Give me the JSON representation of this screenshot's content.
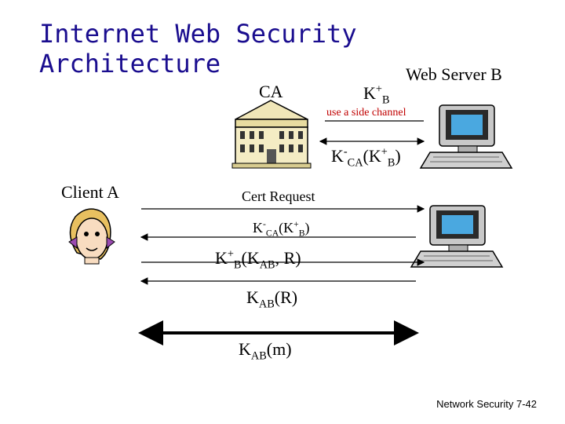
{
  "title": "Internet Web Security Architecture",
  "labels": {
    "ca": "CA",
    "web_server": "Web Server  B",
    "client": "Client  A",
    "side_channel": "use a side channel"
  },
  "keys": {
    "kb_plus": {
      "base": "K",
      "sup": "+",
      "sub": "B"
    },
    "ca_cert_top": {
      "k1": "K",
      "sup1": "-",
      "sub1": "CA",
      "mid": "(K",
      "sup2": "+",
      "sub2": "B",
      "end": ")"
    }
  },
  "messages": {
    "cert_request": "Cert Request",
    "cert_reply": {
      "k1": "K",
      "sup1": "-",
      "sub1": "CA",
      "mid": "(K",
      "sup2": "+",
      "sub2": "B",
      "end": ")"
    },
    "session_key": {
      "k1": "K",
      "sup1": "+",
      "sub1": "B",
      "mid": "(K",
      "sub2": "AB",
      "end": ", R)"
    },
    "nonce_reply": {
      "k1": "K",
      "sub1": "AB",
      "end": "(R)"
    },
    "data": {
      "k1": "K",
      "sub1": "AB",
      "end": "(m)"
    }
  },
  "footer": "Network Security  7-42"
}
